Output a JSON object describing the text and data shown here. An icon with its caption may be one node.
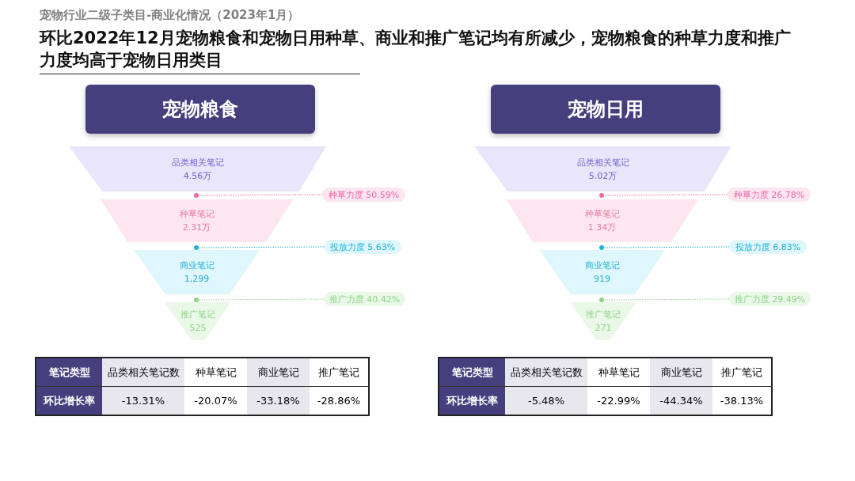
{
  "diagram": {
    "title": "宠物行业二级子类目-商业化情况（2023年1月）",
    "nodes": [
      {
        "text": [
          "宠物粮食"
        ]
      },
      {
        "text": [
          "品类相关笔记",
          "4.56万"
        ]
      },
      {
        "text": [
          "种草笔记",
          "2.31万"
        ]
      },
      {
        "text": [
          "商业笔记",
          "1,299"
        ]
      },
      {
        "text": [
          "推广笔记",
          "525"
        ]
      },
      {
        "text": [
          "种草力度 50.59%"
        ]
      },
      {
        "text": [
          "投放力度 5.63%"
        ]
      },
      {
        "text": [
          "推广力度 40.42%"
        ]
      },
      {
        "text": [],
        "shape": "circle"
      },
      {
        "text": [],
        "shape": "circle"
      },
      {
        "text": [],
        "shape": "circle"
      },
      {
        "text": [
          "宠物日用"
        ]
      },
      {
        "text": [
          "品类相关笔记",
          "5.02万"
        ]
      },
      {
        "text": [
          "种草笔记",
          "1.34万"
        ]
      },
      {
        "text": [
          "商业笔记",
          "919"
        ]
      },
      {
        "text": [
          "推广笔记",
          "271"
        ]
      },
      {
        "text": [
          "种草力度 26.78%"
        ]
      },
      {
        "text": [
          "投放力度 6.83%"
        ]
      },
      {
        "text": [
          "推广力度 29.49%"
        ]
      },
      {
        "text": [],
        "shape": "circle"
      },
      {
        "text": [],
        "shape": "circle"
      },
      {
        "text": [],
        "shape": "circle"
      }
    ],
    "edges": [
      {
        "from": 5,
        "to": 8,
        "arrow": "none",
        "style": "dashed",
        "color": "#e86aa6"
      },
      {
        "from": 6,
        "to": 9,
        "arrow": "none",
        "style": "dashed",
        "color": "#1fb3d8"
      },
      {
        "from": 7,
        "to": 10,
        "arrow": "none",
        "style": "dashed",
        "color": "#8fd48a"
      },
      {
        "from": 16,
        "to": 19,
        "arrow": "none",
        "style": "dashed",
        "color": "#e86aa6"
      },
      {
        "from": 17,
        "to": 20,
        "arrow": "none",
        "style": "dashed",
        "color": "#1fb3d8"
      },
      {
        "from": 18,
        "to": 21,
        "arrow": "none",
        "style": "dashed",
        "color": "#8fd48a"
      }
    ],
    "labels": [
      "环比2022年12月宠物粮食和宠物日用种草、商业和推广笔记均有所减少，宠物粮食的种草力度和推广力度均高于宠物日用类目",
      "笔记类型",
      "品类相关笔记数",
      "种草笔记",
      "商业笔记",
      "推广笔记",
      "环比增长率",
      "-13.31%",
      "-20.07%",
      "-33.18%",
      "-28.86%",
      "笔记类型",
      "品类相关笔记数",
      "种草笔记",
      "商业笔记",
      "推广笔记",
      "环比增长率",
      "-5.48%",
      "-22.99%",
      "-44.34%",
      "-38.13%"
    ]
  }
}
